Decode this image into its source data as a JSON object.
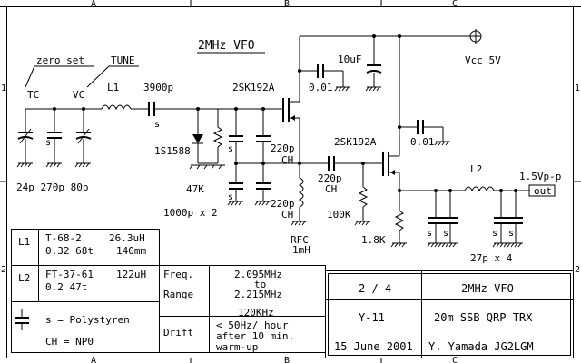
{
  "border": {
    "cols": [
      "A",
      "B",
      "C"
    ],
    "rows_left": [
      "1",
      "2"
    ],
    "rows_right": [
      "1",
      "2"
    ]
  },
  "title": "2MHz VFO",
  "labels": {
    "zero_set": "zero set",
    "tune": "TUNE",
    "tc": "TC",
    "vc": "VC",
    "l1": "L1",
    "c_3900p": "3900p",
    "s_mark": "s",
    "q1": "2SK192A",
    "q2": "2SK192A",
    "c_001_a": "0.01",
    "c_10uf": "10uF",
    "vcc": "Vcc 5V",
    "c_001_b": "0.01",
    "diode": "1S1588",
    "r_47k": "47K",
    "c_1000p_x2": "1000p x 2",
    "c_220p_ch_a": "220p",
    "ch_a": "CH",
    "c_220p_ch_b": "220p",
    "ch_b": "CH",
    "c_220p_ch_c": "220p",
    "ch_c": "CH",
    "r_100k": "100K",
    "r_1_8k": "1.8K",
    "rfc": "RFC",
    "rfc_val": "1mH",
    "l2": "L2",
    "out_level": "1.5Vp-p",
    "out": "out",
    "c_27p_x4": "27p x 4",
    "trim_values": "24p 270p 80p"
  },
  "coil_table": {
    "l1_name": "L1",
    "l1_core": "T-68-2",
    "l1_ind": "26.3uH",
    "l1_wire": "0.32 68t",
    "l1_len": "140mm",
    "l2_name": "L2",
    "l2_core": "FT-37-61",
    "l2_ind": "122uH",
    "l2_wire": "0.2 47t"
  },
  "legend": {
    "s_line": "s  =  Polystyren",
    "ch_line": "CH = NP0"
  },
  "spec_table": {
    "freq_label": "Freq.",
    "range_label": "Range",
    "freq_1": "2.095MHz",
    "freq_to": "to",
    "freq_2": "2.215MHz",
    "range_val": "120KHz",
    "drift_label": "Drift",
    "drift_1": "< 50Hz/ hour",
    "drift_2": "after 10 min.",
    "drift_3": "warm-up"
  },
  "title_block": {
    "sheet": "2 / 4",
    "name": "2MHz VFO",
    "code": "Y-11",
    "project": "20m SSB QRP TRX",
    "date": "15 June 2001",
    "author": "Y. Yamada JG2LGM"
  }
}
